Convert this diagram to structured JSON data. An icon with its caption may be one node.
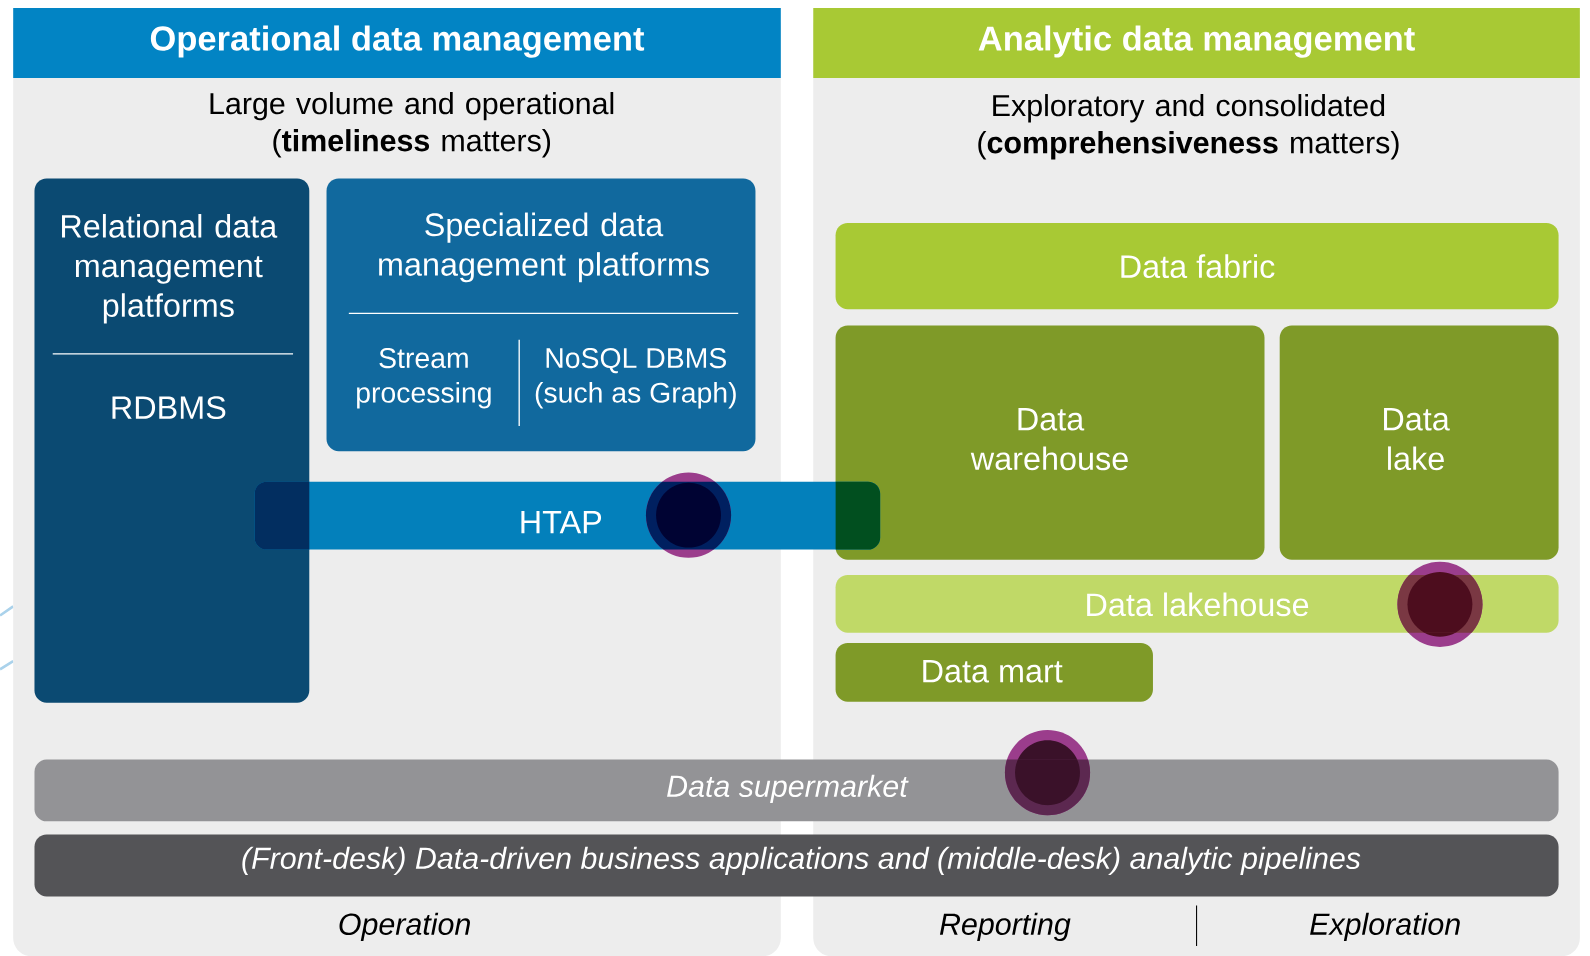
{
  "diagram": {
    "nodes": [
      {
        "text": [
          "Operational data management",
          "Large volume and operational (**timeliness** matters)"
        ]
      },
      {
        "text": [
          "Relational data management platforms",
          "RDBMS"
        ],
        "in": 0
      },
      {
        "text": [
          "Specialized data management platforms"
        ],
        "in": 0
      },
      {
        "text": [
          "Stream processing"
        ],
        "in": 2
      },
      {
        "text": [
          "NoSQL DBMS (such as Graph)"
        ],
        "in": 2
      },
      {
        "text": [
          "HTAP"
        ]
      },
      {
        "text": [
          "Analytic data management",
          "Exploratory and consolidated (**comprehensiveness** matters)"
        ]
      },
      {
        "text": [
          "Data fabric"
        ],
        "in": 6
      },
      {
        "text": [
          "Data warehouse"
        ],
        "in": 6
      },
      {
        "text": [
          "Data lake"
        ],
        "in": 6
      },
      {
        "text": [
          "Data lakehouse"
        ],
        "in": 6
      },
      {
        "text": [
          "Data mart"
        ],
        "in": 6
      },
      {
        "text": [
          "Data supermarket"
        ]
      },
      {
        "text": [
          "(Front-desk) Data-driven business applications and (middle-desk) analytic pipelines"
        ]
      }
    ],
    "labels": [
      "Operation",
      "Reporting",
      "Exploration"
    ]
  }
}
